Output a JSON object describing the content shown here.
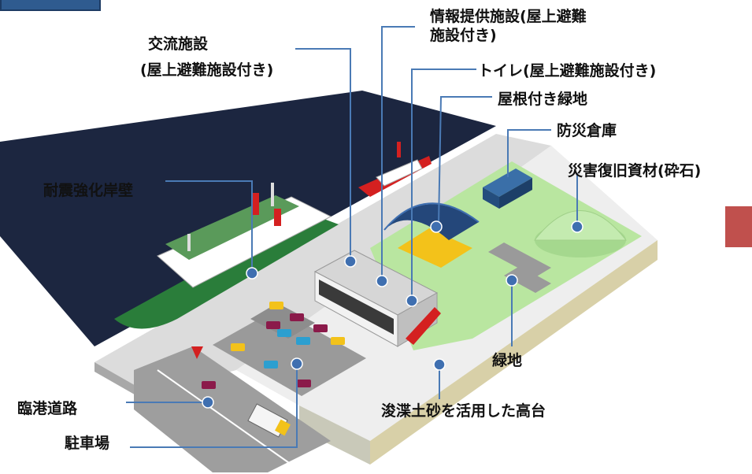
{
  "labels": {
    "info_facility_line1": "情報提供施設(屋上避難",
    "info_facility_line2": "施設付き)",
    "exchange_facility_line1": "交流施設",
    "exchange_facility_line2": "(屋上避難施設付き)",
    "toilet": "トイレ(屋上避難施設付き)",
    "roofed_green": "屋根付き緑地",
    "disaster_warehouse": "防災倉庫",
    "recovery_material": "災害復旧資材(砕石)",
    "seismic_quay": "耐震強化岸壁",
    "green_area": "緑地",
    "port_road": "臨港道路",
    "dredged_plateau": "浚渫土砂を活用した高台",
    "parking": "駐車場"
  },
  "colors": {
    "sea": "#1c2640",
    "leader": "#4a7ab5",
    "marker": "#3f6fb0",
    "green": "#b9e6a0",
    "accent_tab": "#c0504d",
    "header_tab": "#2f5b8f"
  }
}
